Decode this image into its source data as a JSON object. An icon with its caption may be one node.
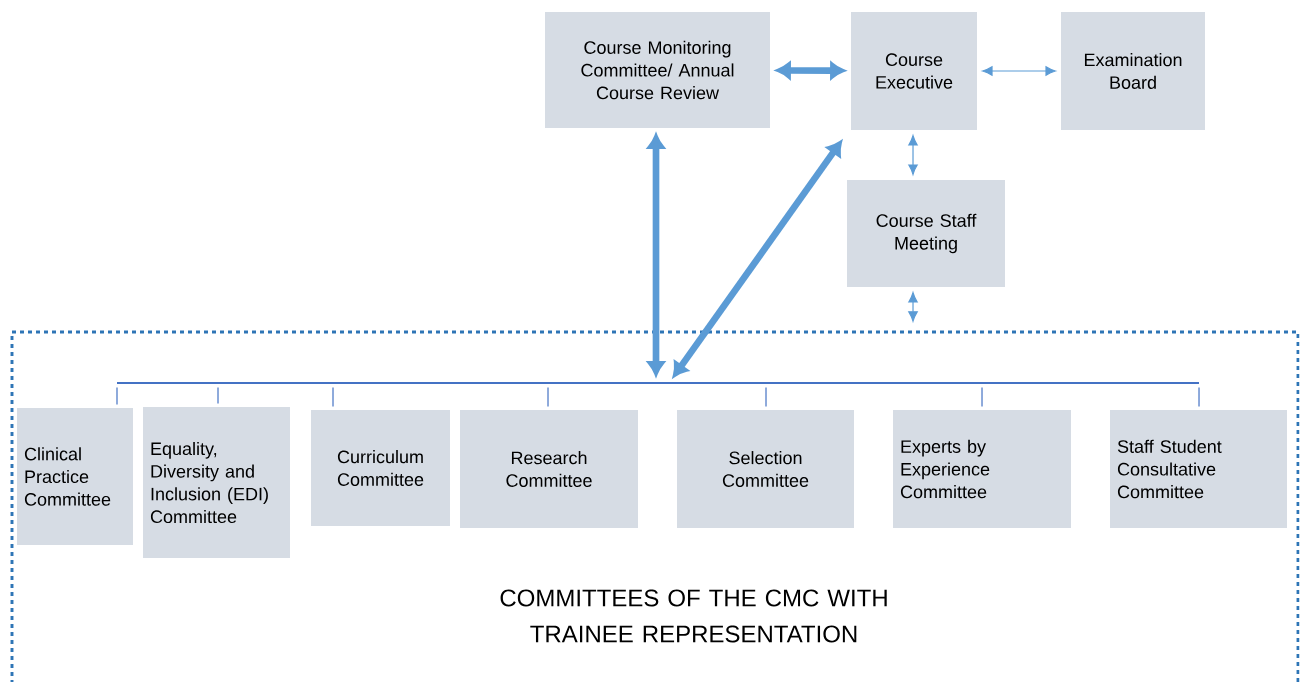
{
  "diagram": {
    "nodes": [
      {
        "text": [
          "Course Monitoring Committee/ Annual Course Review"
        ]
      },
      {
        "text": [
          "Course Executive"
        ]
      },
      {
        "text": [
          "Examination Board"
        ]
      },
      {
        "text": [
          "Course Staff Meeting"
        ]
      },
      {
        "text": [
          "COMMITTEES OF THE CMC WITH TRAINEE REPRESENTATION"
        ]
      },
      {
        "text": [],
        "shape": "bar",
        "in": 4
      },
      {
        "text": [
          "Clinical Practice Committee"
        ],
        "in": 4
      },
      {
        "text": [
          "Equality, Diversity and Inclusion (EDI) Committee"
        ],
        "in": 4
      },
      {
        "text": [
          "Curriculum Committee"
        ],
        "in": 4
      },
      {
        "text": [
          "Research Committee"
        ],
        "in": 4
      },
      {
        "text": [
          "Selection Committee"
        ],
        "in": 4
      },
      {
        "text": [
          "Experts by Experience Committee"
        ],
        "in": 4
      },
      {
        "text": [
          "Staff Student Consultative Committee"
        ],
        "in": 4
      }
    ],
    "edges": [
      {
        "from": 0,
        "to": 1,
        "arrow": "both",
        "style": "thick",
        "color": "#5b9bd5"
      },
      {
        "from": 1,
        "to": 2,
        "arrow": "both",
        "color": "#5b9bd5"
      },
      {
        "from": 1,
        "to": 3,
        "arrow": "both",
        "color": "#5b9bd5"
      },
      {
        "from": 3,
        "to": 4,
        "arrow": "both",
        "color": "#5b9bd5"
      },
      {
        "from": 0,
        "to": 5,
        "arrow": "both",
        "style": "thick",
        "color": "#5b9bd5"
      },
      {
        "from": 1,
        "to": 5,
        "arrow": "both",
        "style": "thick",
        "color": "#5b9bd5"
      },
      {
        "from": 5,
        "to": 6,
        "arrow": "none"
      },
      {
        "from": 5,
        "to": 7,
        "arrow": "none"
      },
      {
        "from": 5,
        "to": 8,
        "arrow": "none"
      },
      {
        "from": 5,
        "to": 9,
        "arrow": "none"
      },
      {
        "from": 5,
        "to": 10,
        "arrow": "none"
      },
      {
        "from": 5,
        "to": 11,
        "arrow": "none"
      },
      {
        "from": 5,
        "to": 12,
        "arrow": "none"
      }
    ]
  }
}
